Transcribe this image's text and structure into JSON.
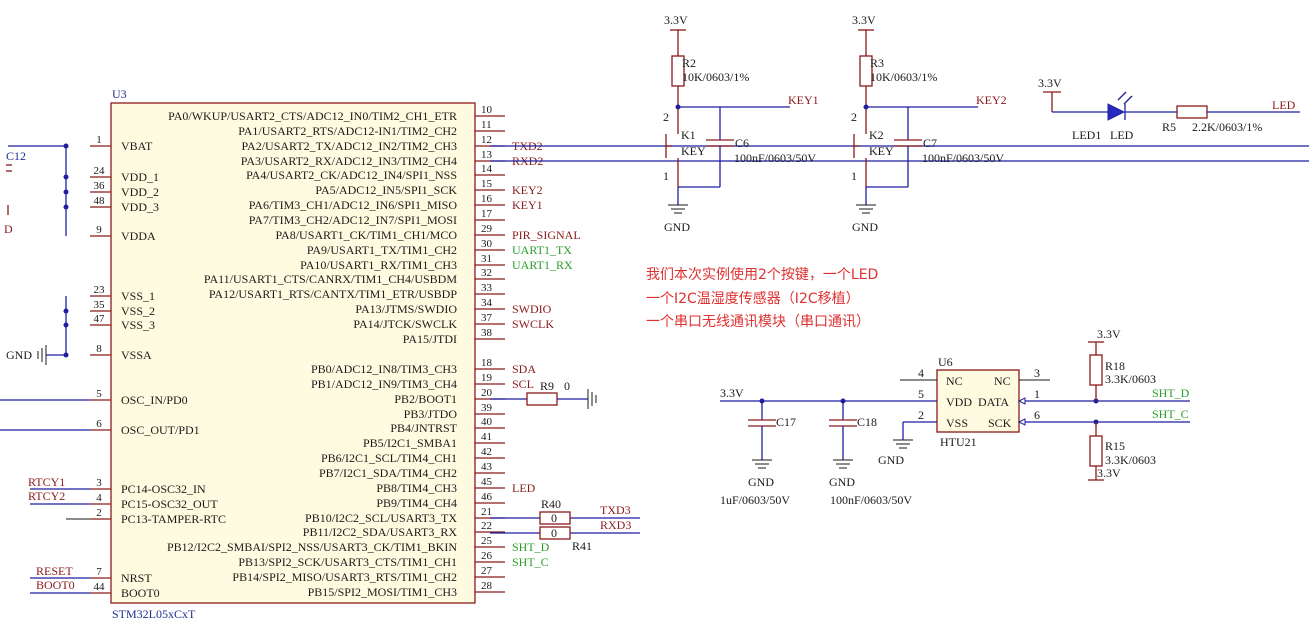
{
  "ic_u3": {
    "ref": "U3",
    "part": "STM32L05xCxT",
    "left_pins": [
      {
        "num": "1",
        "name": "VBAT"
      },
      {
        "num": "24",
        "name": "VDD_1"
      },
      {
        "num": "36",
        "name": "VDD_2"
      },
      {
        "num": "48",
        "name": "VDD_3"
      },
      {
        "num": "9",
        "name": "VDDA"
      },
      {
        "num": "23",
        "name": "VSS_1"
      },
      {
        "num": "35",
        "name": "VSS_2"
      },
      {
        "num": "47",
        "name": "VSS_3"
      },
      {
        "num": "8",
        "name": "VSSA"
      },
      {
        "num": "5",
        "name": "OSC_IN/PD0"
      },
      {
        "num": "6",
        "name": "OSC_OUT/PD1"
      },
      {
        "num": "3",
        "name": "PC14-OSC32_IN"
      },
      {
        "num": "4",
        "name": "PC15-OSC32_OUT"
      },
      {
        "num": "2",
        "name": "PC13-TAMPER-RTC"
      },
      {
        "num": "7",
        "name": "NRST"
      },
      {
        "num": "44",
        "name": "BOOT0"
      }
    ],
    "right_pins": [
      {
        "num": "10",
        "name": "PA0/WKUP/USART2_CTS/ADC12_IN0/TIM2_CH1_ETR",
        "net": ""
      },
      {
        "num": "11",
        "name": "PA1/USART2_RTS/ADC12-IN1/TIM2_CH2",
        "net": ""
      },
      {
        "num": "12",
        "name": "PA2/USART2_TX/ADC12_IN2/TIM2_CH3",
        "net": "TXD2"
      },
      {
        "num": "13",
        "name": "PA3/USART2_RX/ADC12_IN3/TIM2_CH4",
        "net": "RXD2"
      },
      {
        "num": "14",
        "name": "PA4/USART2_CK/ADC12_IN4/SPI1_NSS",
        "net": ""
      },
      {
        "num": "15",
        "name": "PA5/ADC12_IN5/SPI1_SCK",
        "net": "KEY2"
      },
      {
        "num": "16",
        "name": "PA6/TIM3_CH1/ADC12_IN6/SPI1_MISO",
        "net": "KEY1"
      },
      {
        "num": "17",
        "name": "PA7/TIM3_CH2/ADC12_IN7/SPI1_MOSI",
        "net": ""
      },
      {
        "num": "29",
        "name": "PA8/USART1_CK/TIM1_CH1/MCO",
        "net": "PIR_SIGNAL"
      },
      {
        "num": "30",
        "name": "PA9/USART1_TX/TIM1_CH2",
        "net": "UART1_TX"
      },
      {
        "num": "31",
        "name": "PA10/USART1_RX/TIM1_CH3",
        "net": "UART1_RX"
      },
      {
        "num": "32",
        "name": "PA11/USART1_CTS/CANRX/TIM1_CH4/USBDM",
        "net": ""
      },
      {
        "num": "33",
        "name": "PA12/USART1_RTS/CANTX/TIM1_ETR/USBDP",
        "net": ""
      },
      {
        "num": "34",
        "name": "PA13/JTMS/SWDIO",
        "net": "SWDIO"
      },
      {
        "num": "37",
        "name": "PA14/JTCK/SWCLK",
        "net": "SWCLK"
      },
      {
        "num": "38",
        "name": "PA15/JTDI",
        "net": ""
      },
      {
        "num": "18",
        "name": "PB0/ADC12_IN8/TIM3_CH3",
        "net": "SDA"
      },
      {
        "num": "19",
        "name": "PB1/ADC12_IN9/TIM3_CH4",
        "net": "SCL"
      },
      {
        "num": "20",
        "name": "PB2/BOOT1",
        "net": ""
      },
      {
        "num": "39",
        "name": "PB3/JTDO",
        "net": ""
      },
      {
        "num": "40",
        "name": "PB4/JNTRST",
        "net": ""
      },
      {
        "num": "41",
        "name": "PB5/I2C1_SMBA1",
        "net": ""
      },
      {
        "num": "42",
        "name": "PB6/I2C1_SCL/TIM4_CH1",
        "net": ""
      },
      {
        "num": "43",
        "name": "PB7/I2C1_SDA/TIM4_CH2",
        "net": ""
      },
      {
        "num": "45",
        "name": "PB8/TIM4_CH3",
        "net": "LED"
      },
      {
        "num": "46",
        "name": "PB9/TIM4_CH4",
        "net": ""
      },
      {
        "num": "21",
        "name": "PB10/I2C2_SCL/USART3_TX",
        "net": ""
      },
      {
        "num": "22",
        "name": "PB11/I2C2_SDA/USART3_RX",
        "net": ""
      },
      {
        "num": "25",
        "name": "PB12/I2C2_SMBAI/SPI2_NSS/USART3_CK/TIM1_BKIN",
        "net": "SHT_D"
      },
      {
        "num": "26",
        "name": "PB13/SPI2_SCK/USART3_CTS/TIM1_CH1",
        "net": "SHT_C"
      },
      {
        "num": "27",
        "name": "PB14/SPI2_MISO/USART3_RTS/TIM1_CH2",
        "net": ""
      },
      {
        "num": "28",
        "name": "PB15/SPI2_MOSI/TIM1_CH3",
        "net": ""
      }
    ]
  },
  "left_side": {
    "c12": "C12",
    "d_fragment": "D",
    "gnd": "GND",
    "rtcy1": "RTCY1",
    "rtcy2": "RTCY2",
    "reset": "RESET",
    "boot0": "BOOT0"
  },
  "r9": {
    "ref": "R9",
    "value": "0"
  },
  "r40": {
    "ref": "R40",
    "value": "0",
    "net": "TXD3"
  },
  "r41": {
    "ref": "R41",
    "value": "0",
    "net": "RXD3"
  },
  "key1": {
    "vcc": "3.3V",
    "r_ref": "R2",
    "r_val": "10K/0603/1%",
    "net": "KEY1",
    "sw_ref": "K1",
    "sw_val": "KEY",
    "pin_top": "2",
    "pin_bottom": "1",
    "c_ref": "C6",
    "c_val": "100nF/0603/50V",
    "gnd": "GND"
  },
  "key2": {
    "vcc": "3.3V",
    "r_ref": "R3",
    "r_val": "10K/0603/1%",
    "net": "KEY2",
    "sw_ref": "K2",
    "sw_val": "KEY",
    "pin_top": "2",
    "pin_bottom": "1",
    "c_ref": "C7",
    "c_val": "100nF/0603/50V",
    "gnd": "GND"
  },
  "led": {
    "vcc": "3.3V",
    "ref": "LED1",
    "val": "LED",
    "r_ref": "R5",
    "r_val": "2.2K/0603/1%",
    "net": "LED"
  },
  "note_lines": [
    "我们本次实例使用2个按键，一个LED",
    "一个I2C温湿度传感器（I2C移植）",
    "一个串口无线通讯模块（串口通讯）"
  ],
  "htu21": {
    "ref": "U6",
    "part": "HTU21",
    "pins": [
      {
        "num": "4",
        "name": "NC"
      },
      {
        "num": "5",
        "name": "VDD"
      },
      {
        "num": "2",
        "name": "VSS"
      },
      {
        "num": "3",
        "name": "NC"
      },
      {
        "num": "1",
        "name": "DATA"
      },
      {
        "num": "6",
        "name": "SCK"
      }
    ],
    "vcc": "3.3V",
    "c17_ref": "C17",
    "c17_val": "1uF/0603/50V",
    "c18_ref": "C18",
    "c18_val": "100nF/0603/50V",
    "gnd": "GND",
    "r18_vcc": "3.3V",
    "r18_ref": "R18",
    "r18_val": "3.3K/0603",
    "r15_ref": "R15",
    "r15_val": "3.3K/0603",
    "r15_vcc": "3.3V",
    "net_d": "SHT_D",
    "net_c": "SHT_C"
  },
  "colors": {
    "wire": "#1f1fa0",
    "part": "#8b1a1a",
    "body_fill": "#fffbe0",
    "net_green": "#2a9d2a",
    "note_red": "#e03030"
  }
}
